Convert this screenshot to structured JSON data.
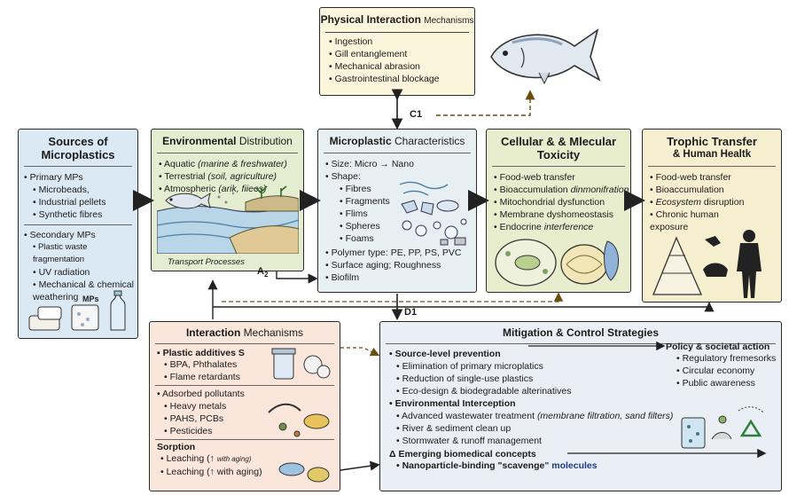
{
  "physical": {
    "title_bold": "Physical Interaction",
    "title_light": "Mechanisms",
    "items": [
      "Ingestion",
      "Gill entanglement",
      "Mechanical abrasion",
      "Gastrointestinal blockage"
    ]
  },
  "sources": {
    "title": "Sources of Microplastics",
    "primary_label": "Primary MPs",
    "primary_items": [
      "Microbeads,",
      "Industrial pellets",
      "Synthetic fibres"
    ],
    "secondary_label": "Secondary MPs",
    "secondary_items": [
      "Plastic waste fragmentation",
      "UV radiation",
      "Mechanical & chemical weathering"
    ],
    "bottle_text": "MPs"
  },
  "environment": {
    "title_bold": "Environmental",
    "title_light": "Distribution",
    "items": [
      {
        "text": "Aquatic",
        "note": "(marine & freshwater)"
      },
      {
        "text": "Terrestrial",
        "note": "(soil, agriculture)"
      },
      {
        "text": "Atmospheric",
        "note": "(arik, fiiees)"
      }
    ],
    "caption": "Transport Processes"
  },
  "characteristics": {
    "title_bold": "Microplastic",
    "title_light": "Characteristics",
    "size": "Size: Micro → Nano",
    "shape_label": "Shape:",
    "shapes": [
      "Fibres",
      "Fragments",
      "Flims",
      "Spheres",
      "Foams"
    ],
    "items": [
      "Polymer type: PE, PP, PS, PVC",
      "Surface aging; Roughness",
      "Biofilm"
    ]
  },
  "cellular": {
    "title": "Cellular & & Mlecular Toxicity",
    "items": [
      {
        "text": "Food-web transfer",
        "note": ""
      },
      {
        "text": "Bioaccumulation",
        "note": "dinmonifration"
      },
      {
        "text": "Mitochondrial dysfunction",
        "note": ""
      },
      {
        "text": "Membrane dyshomeostasis",
        "note": ""
      },
      {
        "text": "Endocrine",
        "note": "interference"
      }
    ]
  },
  "trophic": {
    "title_line1": "Trophic Transfer",
    "title_line2": "& Human Healtk",
    "items": [
      {
        "text": "Food-web transfer",
        "note": ""
      },
      {
        "text": "Bioaccumulation",
        "note": ""
      },
      {
        "text": "Ecosystem",
        "note": "disruption"
      },
      {
        "text": "Chronic human exposure",
        "note": ""
      }
    ]
  },
  "interaction": {
    "title_bold": "Interaction",
    "title_light": "Mechanisms",
    "additives_label": "Plastic additives S",
    "additives": [
      "BPA, Phthalates",
      "Flame retardants"
    ],
    "pollutants_label": "Adsorbed pollutants",
    "pollutants": [
      "Heavy metals",
      "PAHS, PCBs",
      "Pesticides"
    ],
    "sorption_label": "Sorption",
    "sorption": [
      {
        "text": "Leaching (↑",
        "note": "with aging)"
      },
      {
        "text": "Leaching (↑ with aging)",
        "note": ""
      }
    ]
  },
  "mitigation": {
    "title": "Mitigation & Control Strategies",
    "source_label": "Source-level prevention",
    "source_items": [
      "Elimination of primary microplatics",
      "Reduction of single-use plastics",
      "Eco-design & biodegradable alterinatives"
    ],
    "interception_label": "Environmental Interception",
    "interception_items": [
      {
        "text": "Advanced wastewater treatment",
        "note": "(membrane filtration, sand filters)"
      },
      {
        "text": "River & sediment clean up",
        "note": ""
      },
      {
        "text": "Stormwater & runoff management",
        "note": ""
      }
    ],
    "biomedical_label": "Δ Emerging biomedical concepts",
    "biomedical_item_a": "Nanoparticle-binding \"scavenge",
    "biomedical_item_b": "\" molecules",
    "policy_label": "Policy & societal action",
    "policy_items": [
      "Regulatory fremesorks",
      "Circular economy",
      "Public awareness"
    ]
  },
  "connectors": {
    "c1": "C1",
    "a2": "A",
    "a2_sub": "2",
    "d1": "D1"
  },
  "colors": {
    "sources_bg": "#dbe9f5",
    "env_bg": "#e4edcf",
    "char_bg": "#e8eff3",
    "cell_bg": "#e7edcd",
    "trophic_bg": "#f5efcf",
    "physical_bg": "#fbf5dc",
    "interaction_bg": "#fbe6dc",
    "mitigation_bg": "#e9eff4"
  }
}
